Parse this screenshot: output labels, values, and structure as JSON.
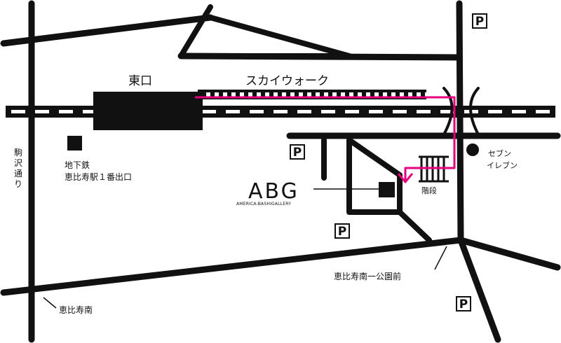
{
  "labels": {
    "east_exit": "東口",
    "skywalk": "スカイウォーク",
    "subway_exit_line1": "地下鉄",
    "subway_exit_line2": "恵比寿駅１番出口",
    "komazawa_dori": [
      "駒",
      "沢",
      "通",
      "り"
    ],
    "seven_line1": "セブン",
    "seven_line2": "イレブン",
    "stairs": "階段",
    "abg": "ABG",
    "abg_sub": "AMERICA-BASHIGALLERY",
    "ebisu_minami_1_park": "恵比寿南一公園前",
    "ebisu_minami": "恵比寿南"
  },
  "parking": {
    "symbol": "P",
    "count": 4
  },
  "colors": {
    "road": "#111111",
    "route": "#e6007e",
    "background": "#ffffff"
  },
  "icons": [
    "parking-icon",
    "convenience-store-icon",
    "subway-exit-icon",
    "route-arrow-icon",
    "stairs-icon",
    "gallery-building-icon"
  ]
}
